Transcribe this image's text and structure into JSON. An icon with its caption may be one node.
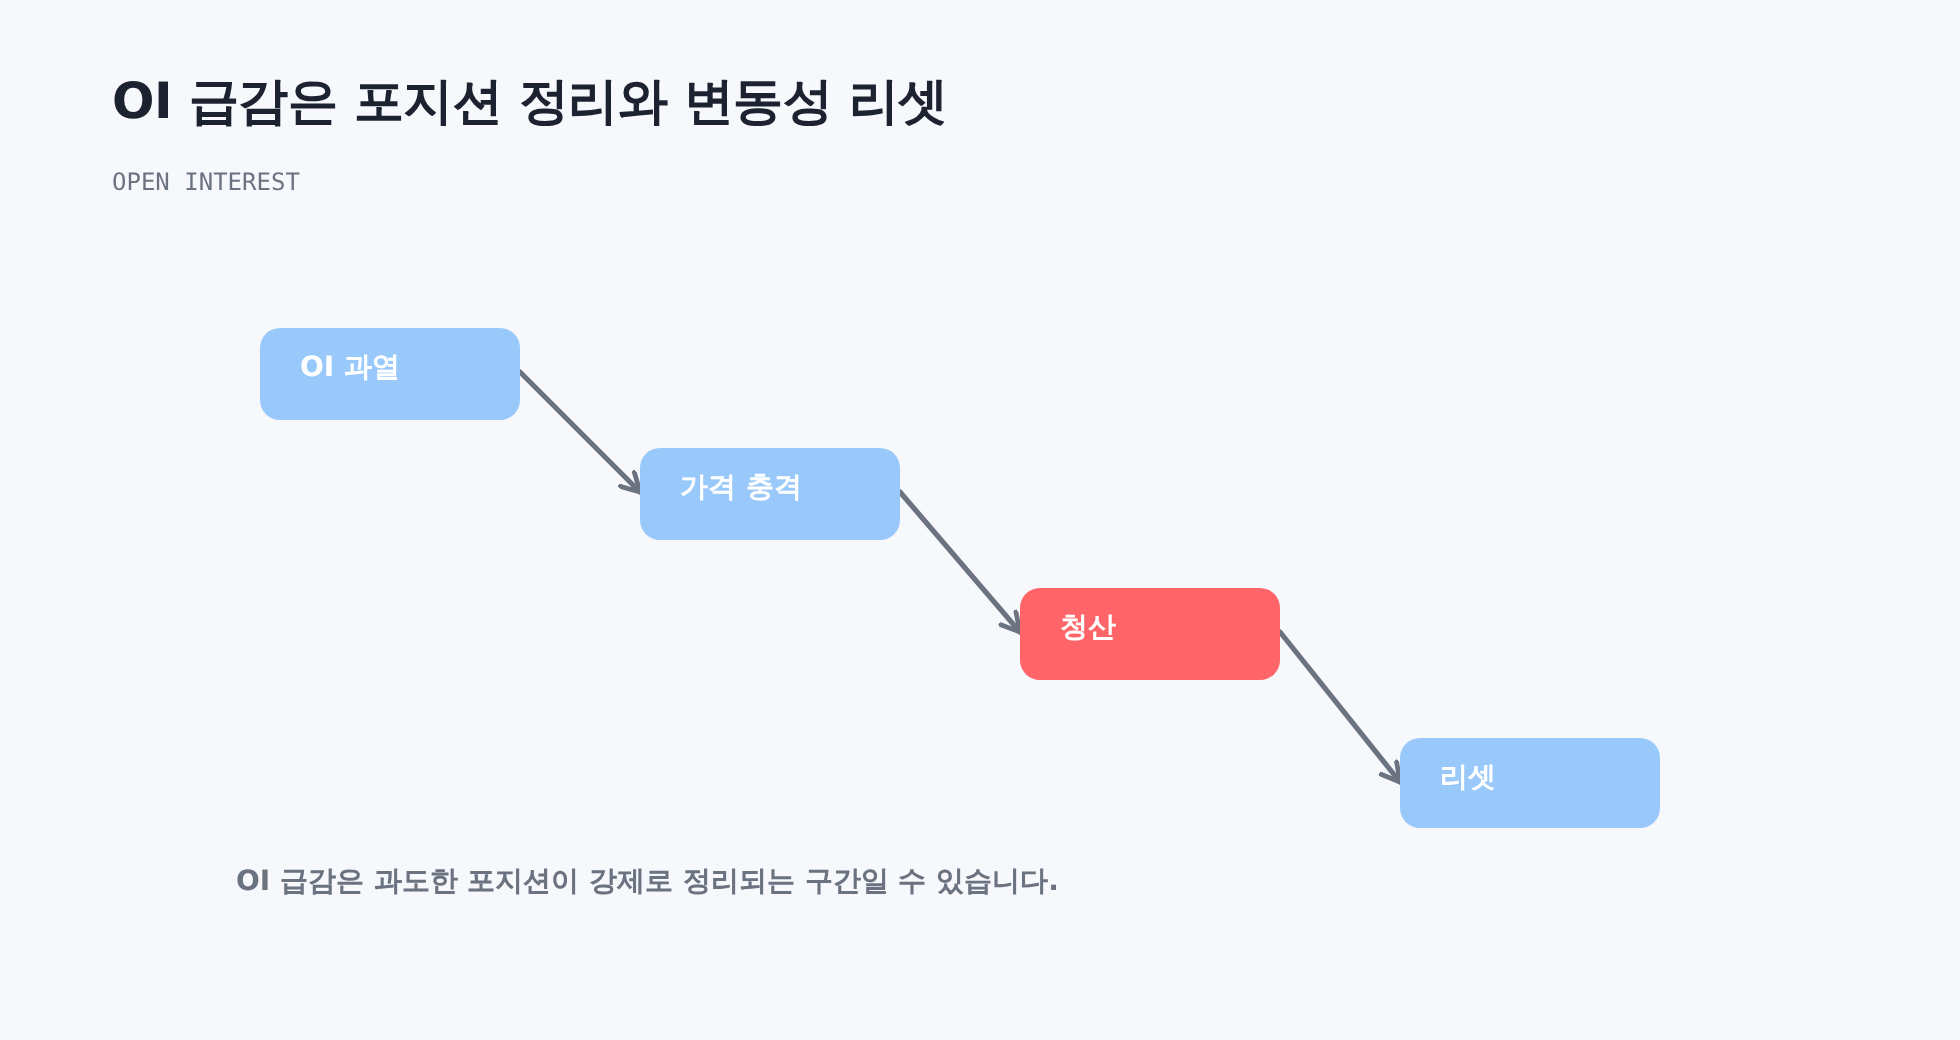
{
  "diagram": {
    "title": "OI 급감은 포지션 정리와 변동성 리셋",
    "caption": "OI 급감은 과도한 포지션이 강제로 정리되는 구간일 수 있습니다.",
    "nodes": [
      {
        "text": [
          "OI 과열"
        ]
      },
      {
        "text": [
          "가격 충격"
        ]
      },
      {
        "text": [
          "청산"
        ]
      },
      {
        "text": [
          "리셋"
        ]
      }
    ],
    "edges": [
      {
        "from": 0,
        "to": 1,
        "arrow": "to"
      },
      {
        "from": 1,
        "to": 2,
        "arrow": "to"
      },
      {
        "from": 2,
        "to": 3,
        "arrow": "to"
      }
    ],
    "labels": [
      "OPEN INTEREST"
    ]
  }
}
